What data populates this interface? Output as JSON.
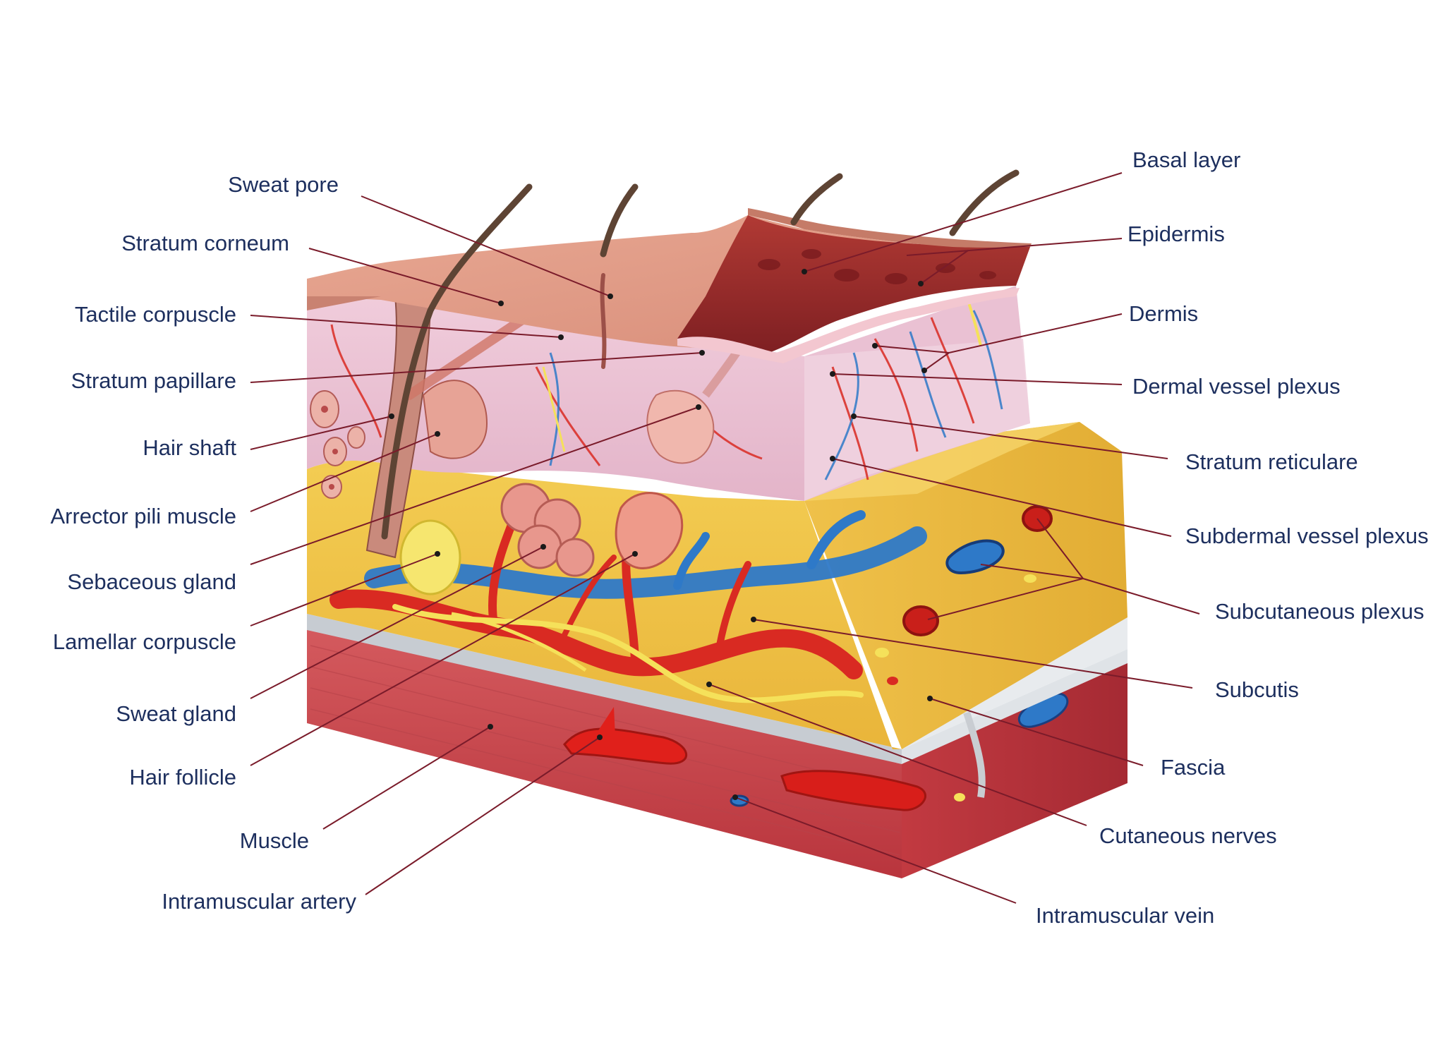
{
  "figure": {
    "left_labels": [
      "Sweat pore",
      "Stratum corneum",
      "Tactile corpuscle",
      "Stratum papillare",
      "Hair shaft",
      "Arrector pili muscle",
      "Sebaceous gland",
      "Lamellar corpuscle",
      "Sweat gland",
      "Hair follicle",
      "Muscle",
      "Intramuscular artery"
    ],
    "right_labels": [
      "Basal layer",
      "Epidermis",
      "Dermis",
      "Dermal vessel plexus",
      "Stratum reticulare",
      "Subdermal vessel plexus",
      "Subcutaneous plexus",
      "Subcutis",
      "Fascia",
      "Cutaneous nerves",
      "Intramuscular vein"
    ]
  },
  "colors": {
    "label_text": "#1d2f5e",
    "leader_line": "#7a1b2a",
    "epidermis": "#d9907d",
    "dermis": "#e8bfd3",
    "subcutis": "#efc13f",
    "fascia": "#cfd3d8",
    "muscle": "#c9454d",
    "artery": "#d92a22",
    "vein": "#2e79c8",
    "nerve": "#f5e15a"
  }
}
